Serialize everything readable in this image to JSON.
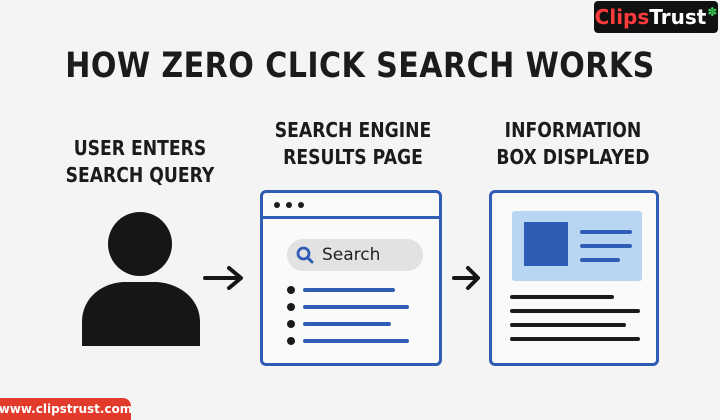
{
  "logo": {
    "part1": "Clips",
    "part2": "Trust"
  },
  "title": "HOW ZERO CLICK SEARCH WORKS",
  "steps": [
    {
      "line1": "USER ENTERS",
      "line2": "SEARCH QUERY",
      "icon": "person-icon"
    },
    {
      "line1": "SEARCH ENGINE",
      "line2": "RESULTS PAGE",
      "icon": "browser-window-icon"
    },
    {
      "line1": "INFORMATION",
      "line2": "BOX DISPLAYED",
      "icon": "info-box-icon"
    }
  ],
  "search_box": {
    "text": "Search",
    "icon": "search-icon"
  },
  "website": "www.clipstrust.com",
  "colors": {
    "accent_blue": "#2f5db5",
    "light_blue": "#b8d6f2",
    "badge_red": "#e23b2c",
    "text_dark": "#1b1b1b"
  }
}
